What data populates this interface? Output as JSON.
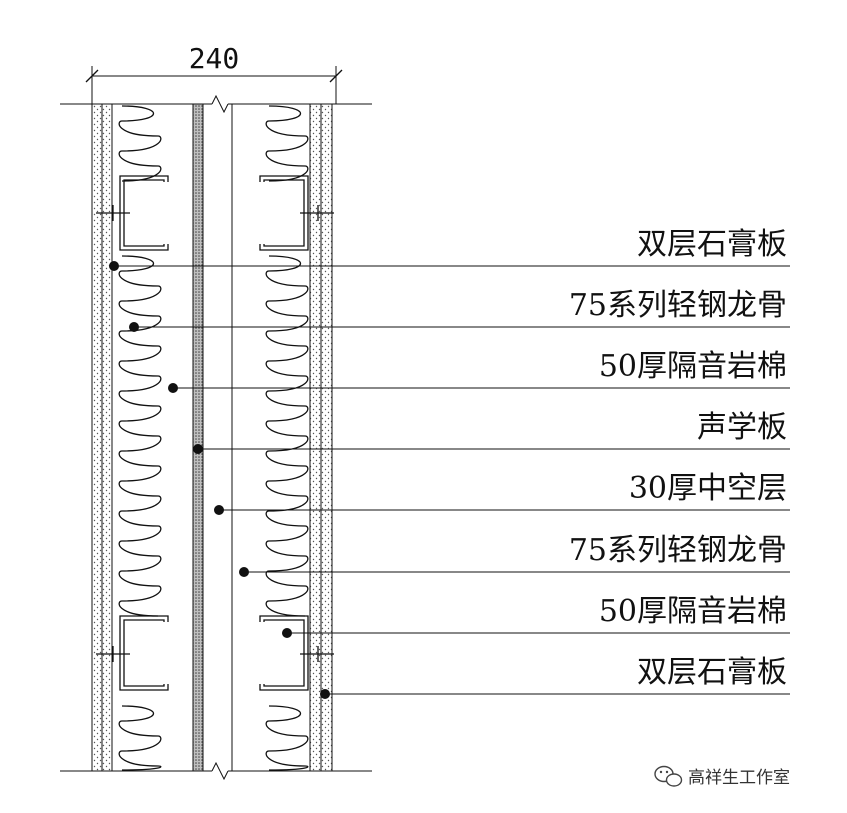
{
  "dimension": {
    "value": "240"
  },
  "labels": [
    "双层石膏板",
    "75系列轻钢龙骨",
    "50厚隔音岩棉",
    "声学板",
    "30厚中空层",
    "75系列轻钢龙骨",
    "50厚隔音岩棉",
    "双层石膏板"
  ],
  "watermark": {
    "text": "高祥生工作室",
    "icon": "wechat-icon"
  },
  "colors": {
    "line": "#111111",
    "background": "#ffffff"
  }
}
